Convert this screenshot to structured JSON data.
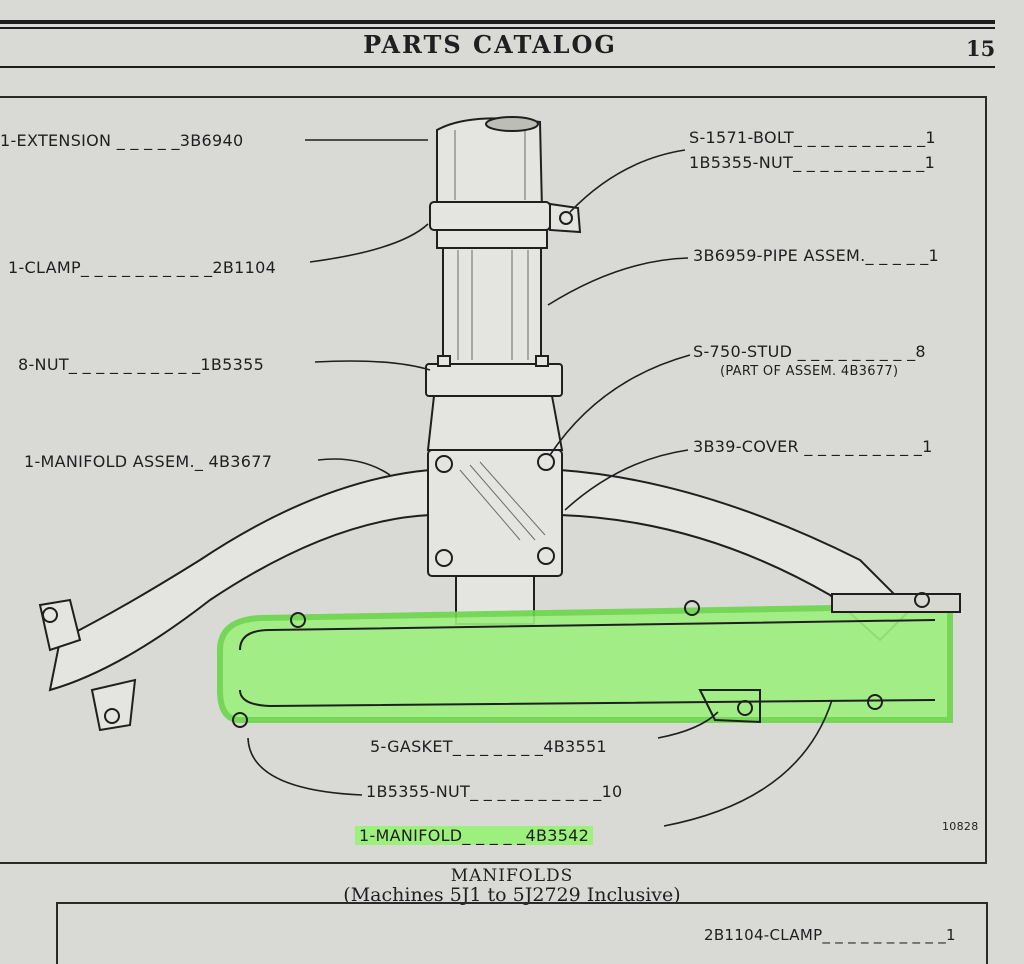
{
  "header": {
    "title": "PARTS CATALOG",
    "page": "15"
  },
  "labels": {
    "extension": "1-EXTENSION _ _ _ _ _3B6940",
    "clamp": "1-CLAMP_ _ _ _ _ _ _ _ _ _2B1104",
    "nut8": "8-NUT_ _ _ _ _ _ _ _ _ _1B5355",
    "manifold_assem": "1-MANIFOLD ASSEM._ 4B3677",
    "bolt": "S-1571-BOLT_ _ _ _ _ _ _ _ _ _1",
    "nut_top": "1B5355-NUT_ _ _ _ _ _ _ _ _ _1",
    "pipe_assem": "3B6959-PIPE ASSEM._ _ _ _ _1",
    "stud": "S-750-STUD _ _ _ _ _ _ _ _ _8",
    "stud_note": "(PART OF ASSEM. 4B3677)",
    "cover": "3B39-COVER _ _ _ _ _ _ _ _ _1",
    "gasket": "5-GASKET_ _ _ _ _ _ _4B3551",
    "nut10": "1B5355-NUT_ _ _ _ _ _ _ _ _ _10",
    "manifold": "1-MANIFOLD_ _ _ _ _4B3542",
    "figure_no": "10828",
    "next_clamp": "2B1104-CLAMP_ _ _ _ _ _ _ _ _ _1"
  },
  "caption": {
    "title": "MANIFOLDS",
    "subtitle": "(Machines 5J1 to 5J2729 Inclusive)"
  },
  "colors": {
    "highlight": "#7ef25a",
    "ink": "#1f1f1f",
    "paper": "#d9dad6"
  }
}
